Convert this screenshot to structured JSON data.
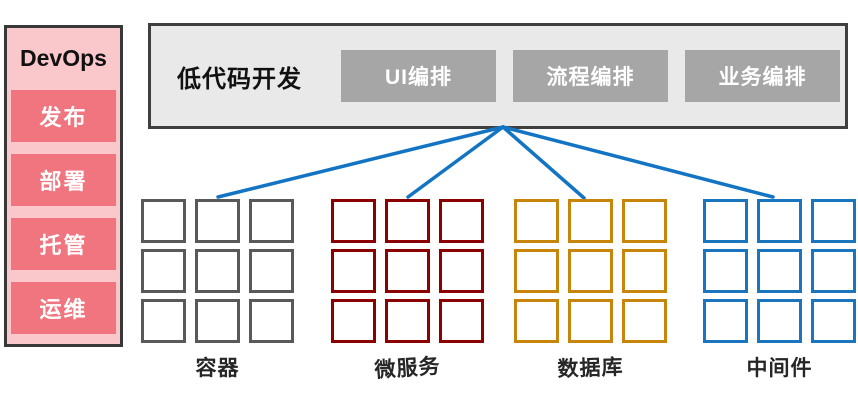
{
  "sidebar": {
    "title": "DevOps",
    "items": [
      {
        "label": "发布"
      },
      {
        "label": "部署"
      },
      {
        "label": "托管"
      },
      {
        "label": "运维"
      }
    ]
  },
  "header": {
    "title": "低代码开发",
    "buttons": [
      {
        "label": "UI编排"
      },
      {
        "label": "流程编排"
      },
      {
        "label": "业务编排"
      }
    ]
  },
  "grids": [
    {
      "name": "container",
      "label": "容器",
      "color": "#595959"
    },
    {
      "name": "microservice",
      "label": "微服务",
      "color": "#8B0000"
    },
    {
      "name": "database",
      "label": "数据库",
      "color": "#C7860B"
    },
    {
      "name": "middleware",
      "label": "中间件",
      "color": "#1B75BC"
    }
  ],
  "colors": {
    "sidebar_bg": "#FAC7CB",
    "sidebar_item_bg": "#F0757E",
    "sidebar_border": "#383838",
    "header_bg": "#E9E9E9",
    "header_button_bg": "#A6A6A6",
    "header_border": "#3F3F3F",
    "connector": "#1474C4",
    "label_text": "#262626"
  }
}
